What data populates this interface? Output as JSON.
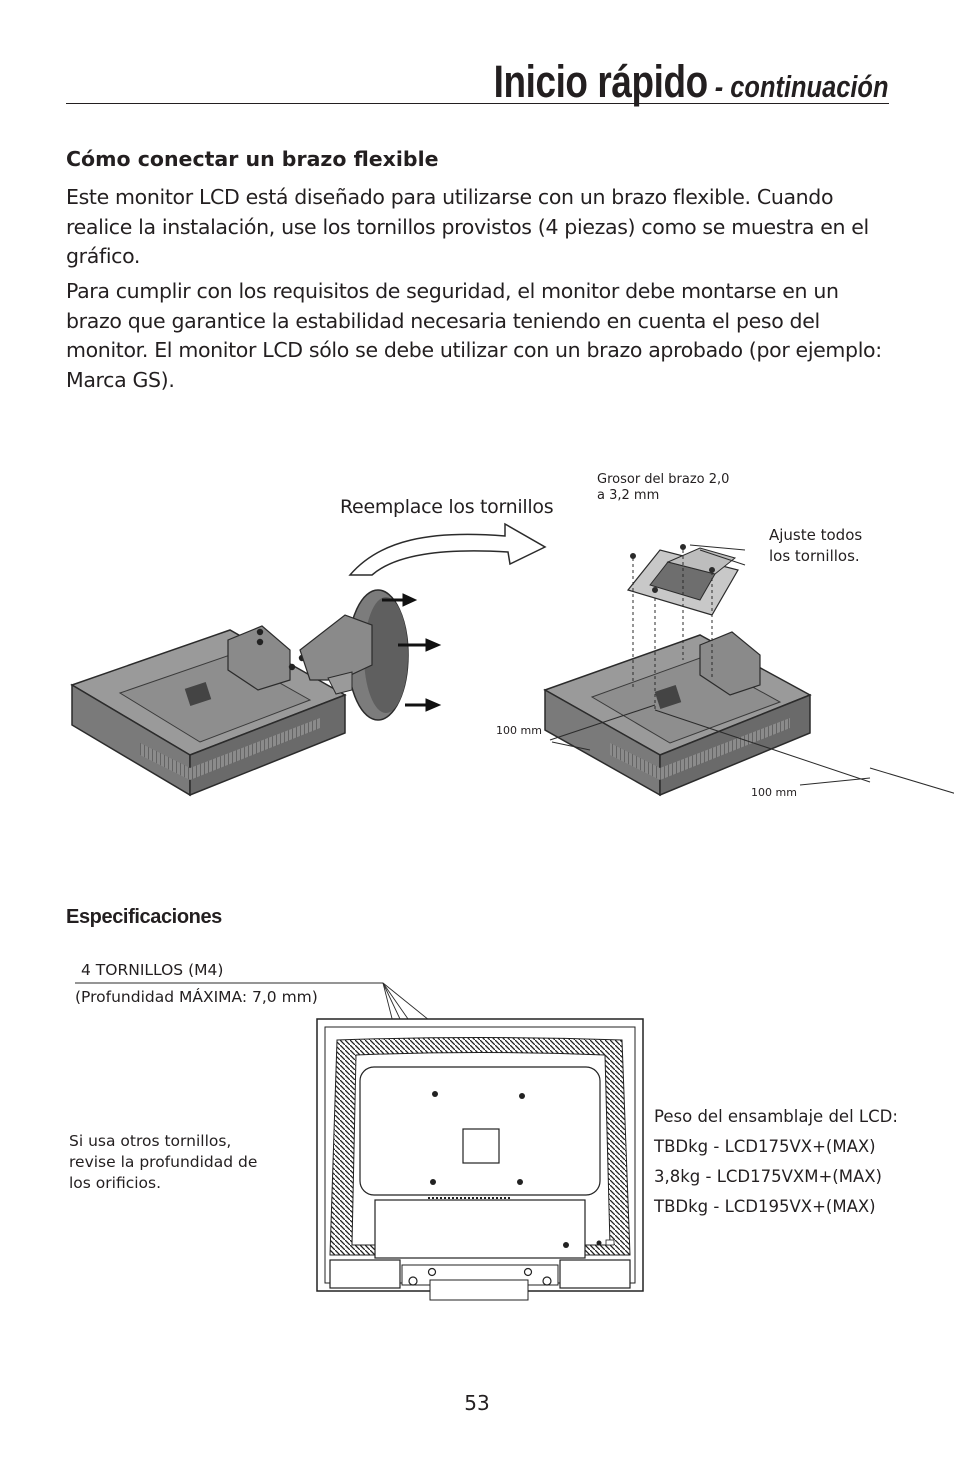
{
  "header": {
    "title_main": "Inicio rápido",
    "title_sub": " - continuación"
  },
  "section": {
    "heading": "Cómo conectar un brazo flexible",
    "paragraph1": "Este monitor LCD está diseñado para utilizarse con un brazo flexible. Cuando realice la instalación, use los tornillos provistos (4 piezas) como se muestra en el gráfico.",
    "paragraph2": "Para cumplir con los requisitos de seguridad, el monitor debe montarse en un brazo que garantice la estabilidad necesaria teniendo en cuenta el peso del monitor. El monitor LCD sólo se debe utilizar con un brazo aprobado (por ejemplo: Marca GS)."
  },
  "figure1": {
    "replace_label": "Reemplace los tornillos",
    "arm_thickness_line1": "Grosor del brazo 2,0",
    "arm_thickness_line2": "a 3,2 mm",
    "adjust_line1": "Ajuste todos",
    "adjust_line2": "los tornillos.",
    "dim_left": "100 mm",
    "dim_right": "100 mm"
  },
  "specs": {
    "heading": "Especificaciones",
    "screws_line1": "4 TORNILLOS (M4)",
    "screws_line2": "(Profundidad MÁXIMA: 7,0 mm)",
    "other_line1": "Si usa otros tornillos,",
    "other_line2": "revise la profundidad de",
    "other_line3": "los orificios.",
    "weight_title": "Peso del ensamblaje del LCD:",
    "weights": [
      "TBDkg - LCD175VX+(MAX)",
      "3,8kg - LCD175VXM+(MAX)",
      "TBDkg - LCD195VX+(MAX)"
    ]
  },
  "footer": {
    "page_number": "53"
  }
}
